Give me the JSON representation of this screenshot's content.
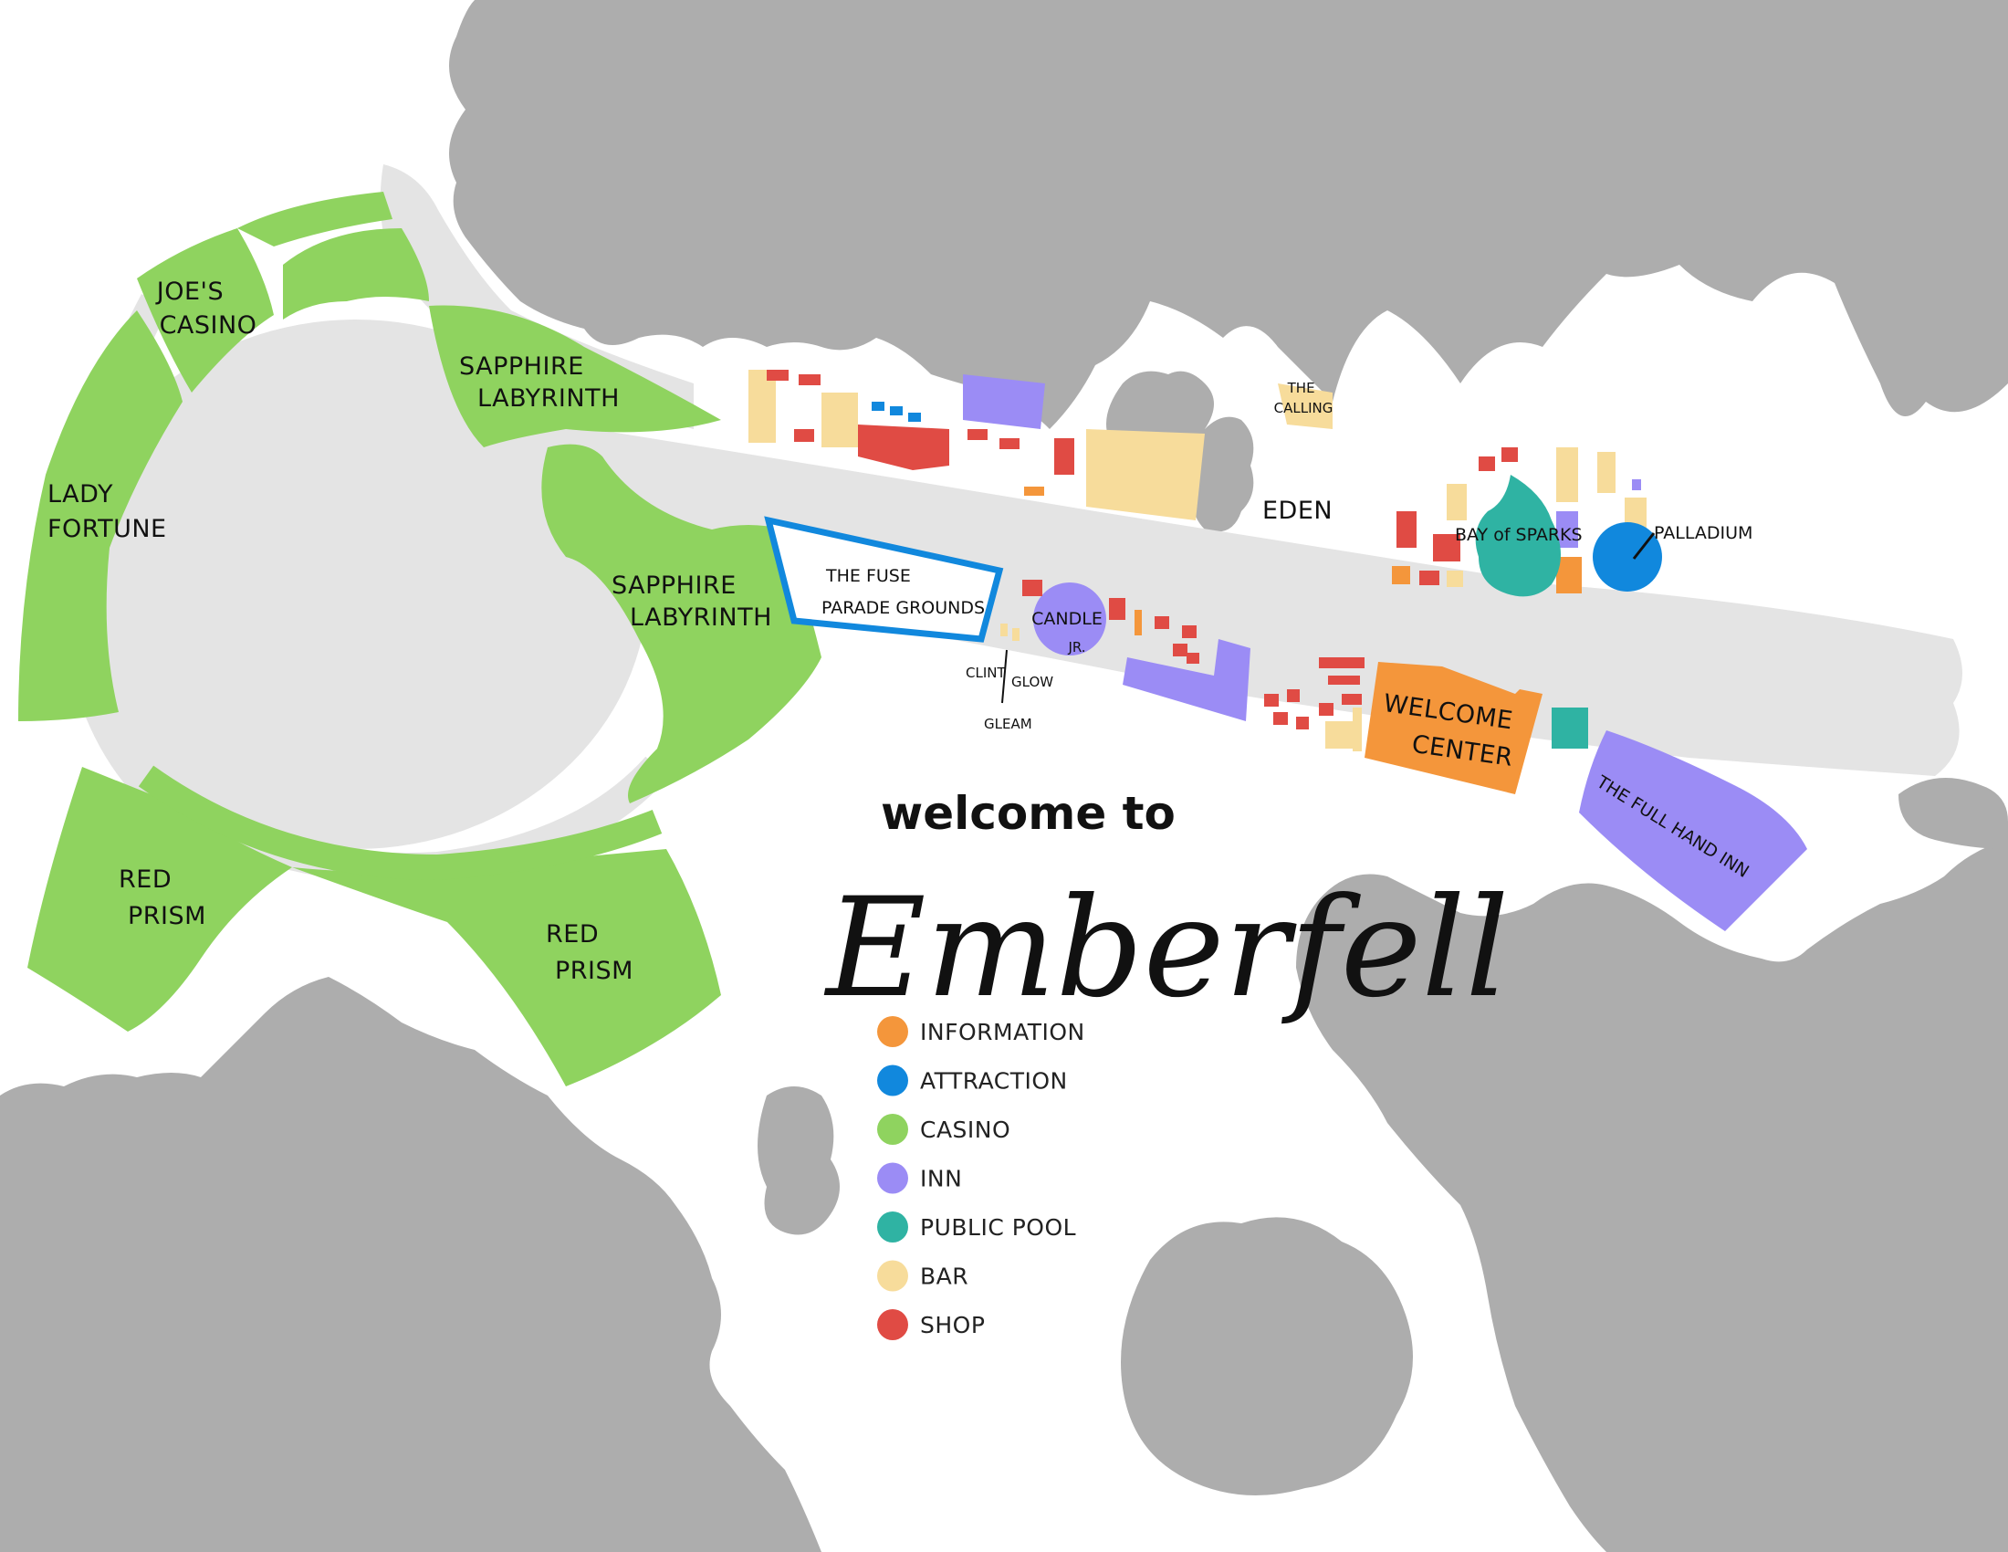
{
  "map": {
    "welcome": "welcome to",
    "name": "Emberfell"
  },
  "places": {
    "joes_casino": [
      "JOE'S",
      "CASINO"
    ],
    "lady_fortune": [
      "LADY",
      "FORTUNE"
    ],
    "sapphire_labyrinth_1": [
      "SAPPHIRE",
      "LABYRINTH"
    ],
    "sapphire_labyrinth_2": [
      "SAPPHIRE",
      "LABYRINTH"
    ],
    "red_prism_1": [
      "RED",
      "PRISM"
    ],
    "red_prism_2": [
      "RED",
      "PRISM"
    ],
    "fuse_parade": [
      "THE FUSE",
      "PARADE GROUNDS"
    ],
    "candle_jr": [
      "CANDLE",
      "JR."
    ],
    "the_calling": [
      "THE",
      "CALLING"
    ],
    "eden": "EDEN",
    "bay_of_sparks": "BAY of SPARKS",
    "palladium": "PALLADIUM",
    "welcome_center": [
      "WELCOME",
      "CENTER"
    ],
    "full_hand_inn": "THE FULL HAND INN",
    "clint": "CLINT",
    "glow": "GLOW",
    "gleam": "GLEAM"
  },
  "legend": [
    {
      "label": "INFORMATION",
      "color": "#f4963b"
    },
    {
      "label": "ATTRACTION",
      "color": "#1188dd"
    },
    {
      "label": "CASINO",
      "color": "#8fd35f"
    },
    {
      "label": "INN",
      "color": "#9b8cf5"
    },
    {
      "label": "PUBLIC POOL",
      "color": "#2fb3a3"
    },
    {
      "label": "BAR",
      "color": "#f7dc9b"
    },
    {
      "label": "SHOP",
      "color": "#e04b44"
    }
  ],
  "colors": {
    "trees": "#adadad",
    "road": "#e4e4e4",
    "plaza": "#e4e4e4",
    "casino": "#8fd35f",
    "inn": "#9b8cf5",
    "shop": "#e04b44",
    "bar": "#f7dc9b",
    "info": "#f4963b",
    "attraction": "#1188dd",
    "pool": "#2fb3a3"
  }
}
